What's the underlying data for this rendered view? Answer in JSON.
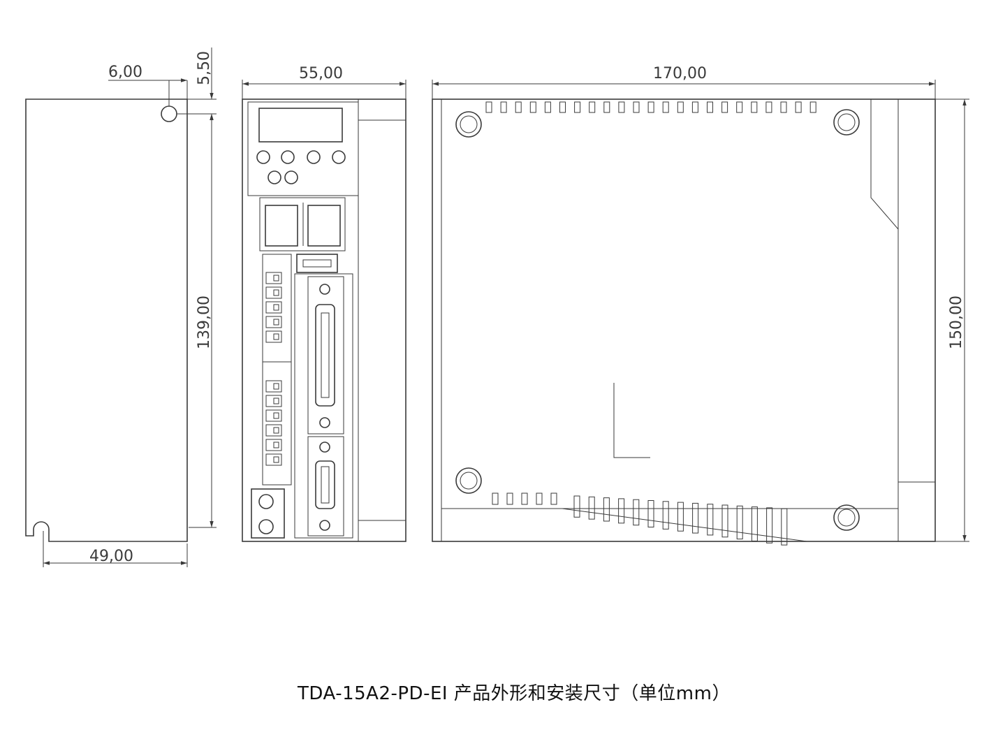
{
  "dimensions": {
    "mount_offset_width": "6,00",
    "mount_offset_height": "5,50",
    "side_height": "139,00",
    "side_width": "49,00",
    "front_width": "55,00",
    "top_length": "170,00",
    "top_height": "150,00"
  },
  "caption": "TDA-15A2-PD-EI 产品外形和安装尺寸（单位mm）"
}
